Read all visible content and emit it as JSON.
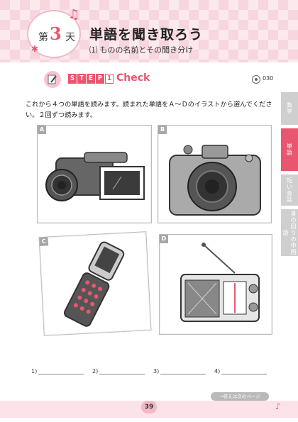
{
  "header": {
    "day_prefix": "第",
    "day_number": "3",
    "day_suffix": "天",
    "title": "単語を聞き取ろう",
    "subtitle": "⑴ ものの名前とその聞き分け"
  },
  "step": {
    "letters": [
      "S",
      "T",
      "E",
      "P",
      "1"
    ],
    "check_label": "Check",
    "track": "030"
  },
  "instructions": "これから４つの単語を読みます。読まれた単語をＡ～Ｄのイラストから選んでください。２回ずつ読みます。",
  "cards": [
    {
      "label": "A",
      "icon": "video-camera-icon"
    },
    {
      "label": "B",
      "icon": "camera-icon"
    },
    {
      "label": "C",
      "icon": "flip-phone-icon"
    },
    {
      "label": "D",
      "icon": "radio-icon"
    }
  ],
  "answers": [
    "1)",
    "2)",
    "3)",
    "4)"
  ],
  "next_page": "→答えは次のページ",
  "page_number": "39",
  "side_tabs": [
    {
      "label": "数字",
      "active": false
    },
    {
      "label": "単語",
      "active": true
    },
    {
      "label": "短い会話",
      "active": false
    },
    {
      "label": "身の回りの中国語",
      "active": false
    }
  ],
  "colors": {
    "accent": "#e8576f",
    "header_pink": "#f7d6de"
  }
}
